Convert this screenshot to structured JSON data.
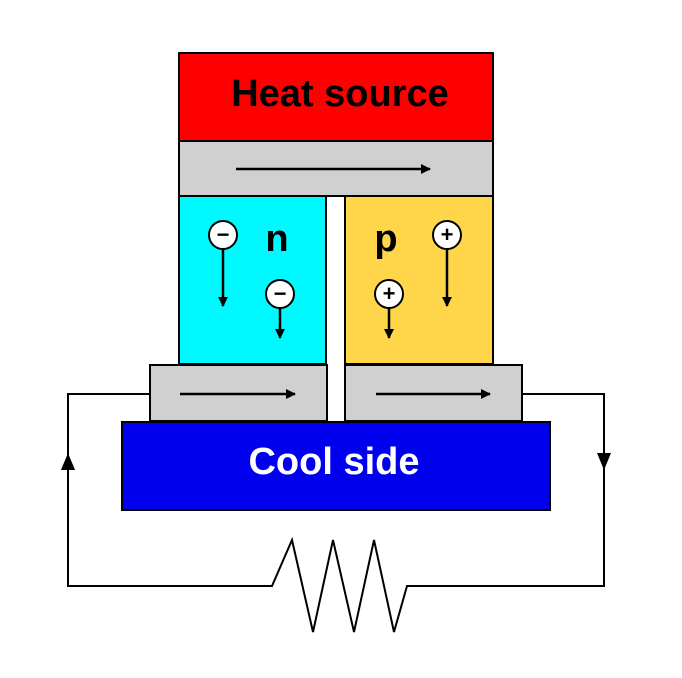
{
  "labels": {
    "heat_source": "Heat source",
    "cool_side": "Cool side",
    "n_type": "n",
    "p_type": "p"
  },
  "charges": {
    "electron": "−",
    "hole": "+"
  },
  "colors": {
    "heat_source": "#ff0000",
    "cool_side": "#0000ee",
    "conductor": "#d0d0d0",
    "n_type": "#00f8ff",
    "p_type": "#ffd54a",
    "stroke": "#000000",
    "light_text": "#ffffff",
    "dark_text": "#000000"
  }
}
